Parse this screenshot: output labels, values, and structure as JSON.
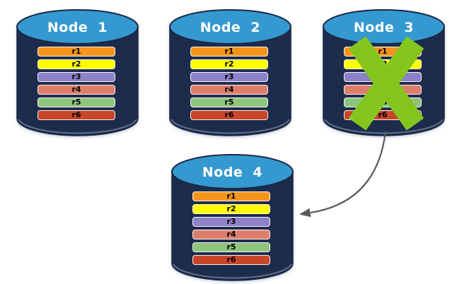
{
  "diagram": {
    "type": "replication-failover",
    "background": "#FFFFFF"
  },
  "nodes": [
    {
      "label": "Node 1"
    },
    {
      "label": "Node 2"
    },
    {
      "label": "Node 3"
    },
    {
      "label": "Node 4"
    }
  ],
  "rows": [
    {
      "label": "r1",
      "color": "#F5941D"
    },
    {
      "label": "r2",
      "color": "#FFFF00"
    },
    {
      "label": "r3",
      "color": "#8D82C8"
    },
    {
      "label": "r4",
      "color": "#DD7E6B"
    },
    {
      "label": "r5",
      "color": "#8FC47D"
    },
    {
      "label": "r6",
      "color": "#C9452A"
    }
  ],
  "colors": {
    "cylinder_body": "#1D2B4C",
    "cylinder_top": "#3499D0",
    "cylinder_outline": "#1A2845",
    "bottom_highlight": "#9AA9BC",
    "title_text": "#FFFFFF",
    "row_text": "#000000"
  },
  "failure_mark": {
    "icon": "x-mark",
    "color": "#84C61E",
    "node": "Node 3"
  },
  "arrow": {
    "from": "Node 3",
    "to": "Node 4",
    "color": "#595959",
    "style": "curved"
  }
}
